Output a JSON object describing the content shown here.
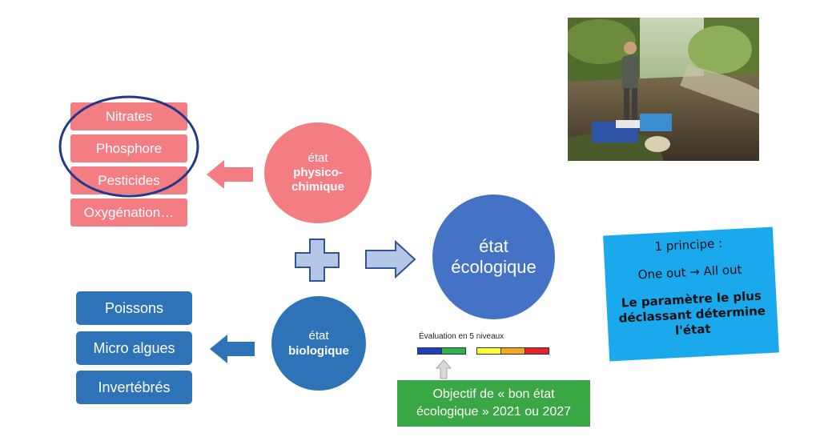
{
  "physico_params": [
    "Nitrates",
    "Phosphore",
    "Pesticides",
    "Oxygénation…"
  ],
  "bio_params": [
    "Poissons",
    "Micro algues",
    "Invertébrés"
  ],
  "physico_circle": {
    "line1": "état",
    "line2": "physico-",
    "line3": "chimique"
  },
  "bio_circle": {
    "line1": "état",
    "line2": "biologique"
  },
  "eco_circle": {
    "line1": "état",
    "line2": "écologique"
  },
  "evaluation": {
    "label": "Évaluation en 5 niveaux",
    "colors": [
      "#1f3fbf",
      "#2bb24c",
      "#ffff33",
      "#f5a623",
      "#e8202a"
    ]
  },
  "objectif": {
    "line1": "Objectif de « bon état",
    "line2": "écologique » 2021 ou 2027"
  },
  "principle_note": {
    "title": "1 principe :",
    "rule": "One out → All out",
    "explanation": "Le paramètre le plus déclassant détermine l'état"
  },
  "colors": {
    "physico": "#f47c83",
    "biological": "#2e73b8",
    "ecological": "#4472c4",
    "note": "#1aa9ec",
    "objectif": "#3aa745"
  }
}
